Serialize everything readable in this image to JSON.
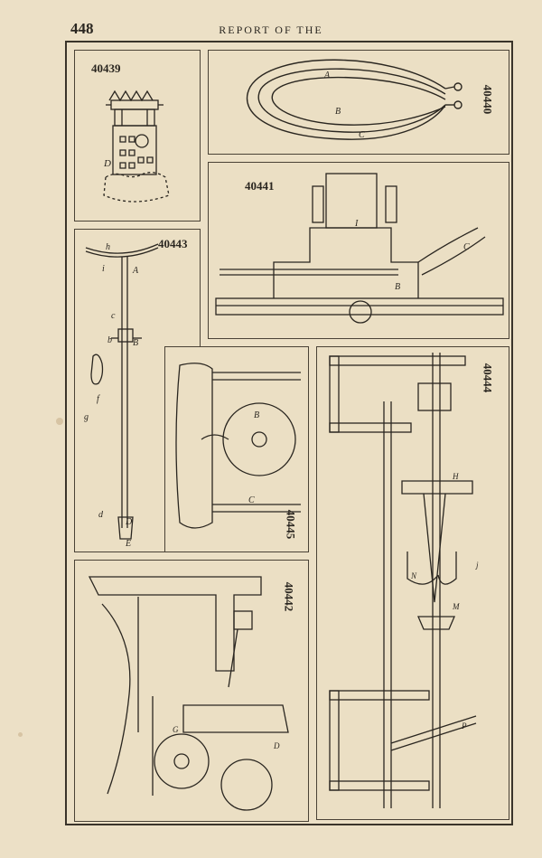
{
  "header": {
    "page_number": "448",
    "running_head": "REPORT OF THE"
  },
  "figures": [
    {
      "number": "40439"
    },
    {
      "number": "40440"
    },
    {
      "number": "40441"
    },
    {
      "number": "40443"
    },
    {
      "number": "40445"
    },
    {
      "number": "40444"
    },
    {
      "number": "40442"
    }
  ],
  "colors": {
    "paper": "#ece0c6",
    "ink": "#2a2620"
  }
}
